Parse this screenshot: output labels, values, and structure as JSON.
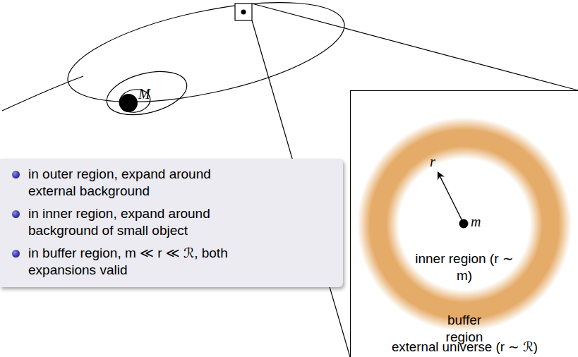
{
  "diagram": {
    "nodes": [
      {
        "text": [
          "in outer region, expand around external background",
          "in inner region, expand around background of small object",
          "in buffer region, m ≪ r ≪ ℛ, both expansions valid"
        ]
      },
      {
        "text": [
          "external universe (r ∼ ℛ)"
        ]
      },
      {
        "text": [
          "buffer region"
        ],
        "in": 1
      },
      {
        "text": [
          "inner region (r ∼ m)"
        ],
        "in": 2
      }
    ],
    "labels": [
      "M",
      "r",
      "m"
    ]
  }
}
